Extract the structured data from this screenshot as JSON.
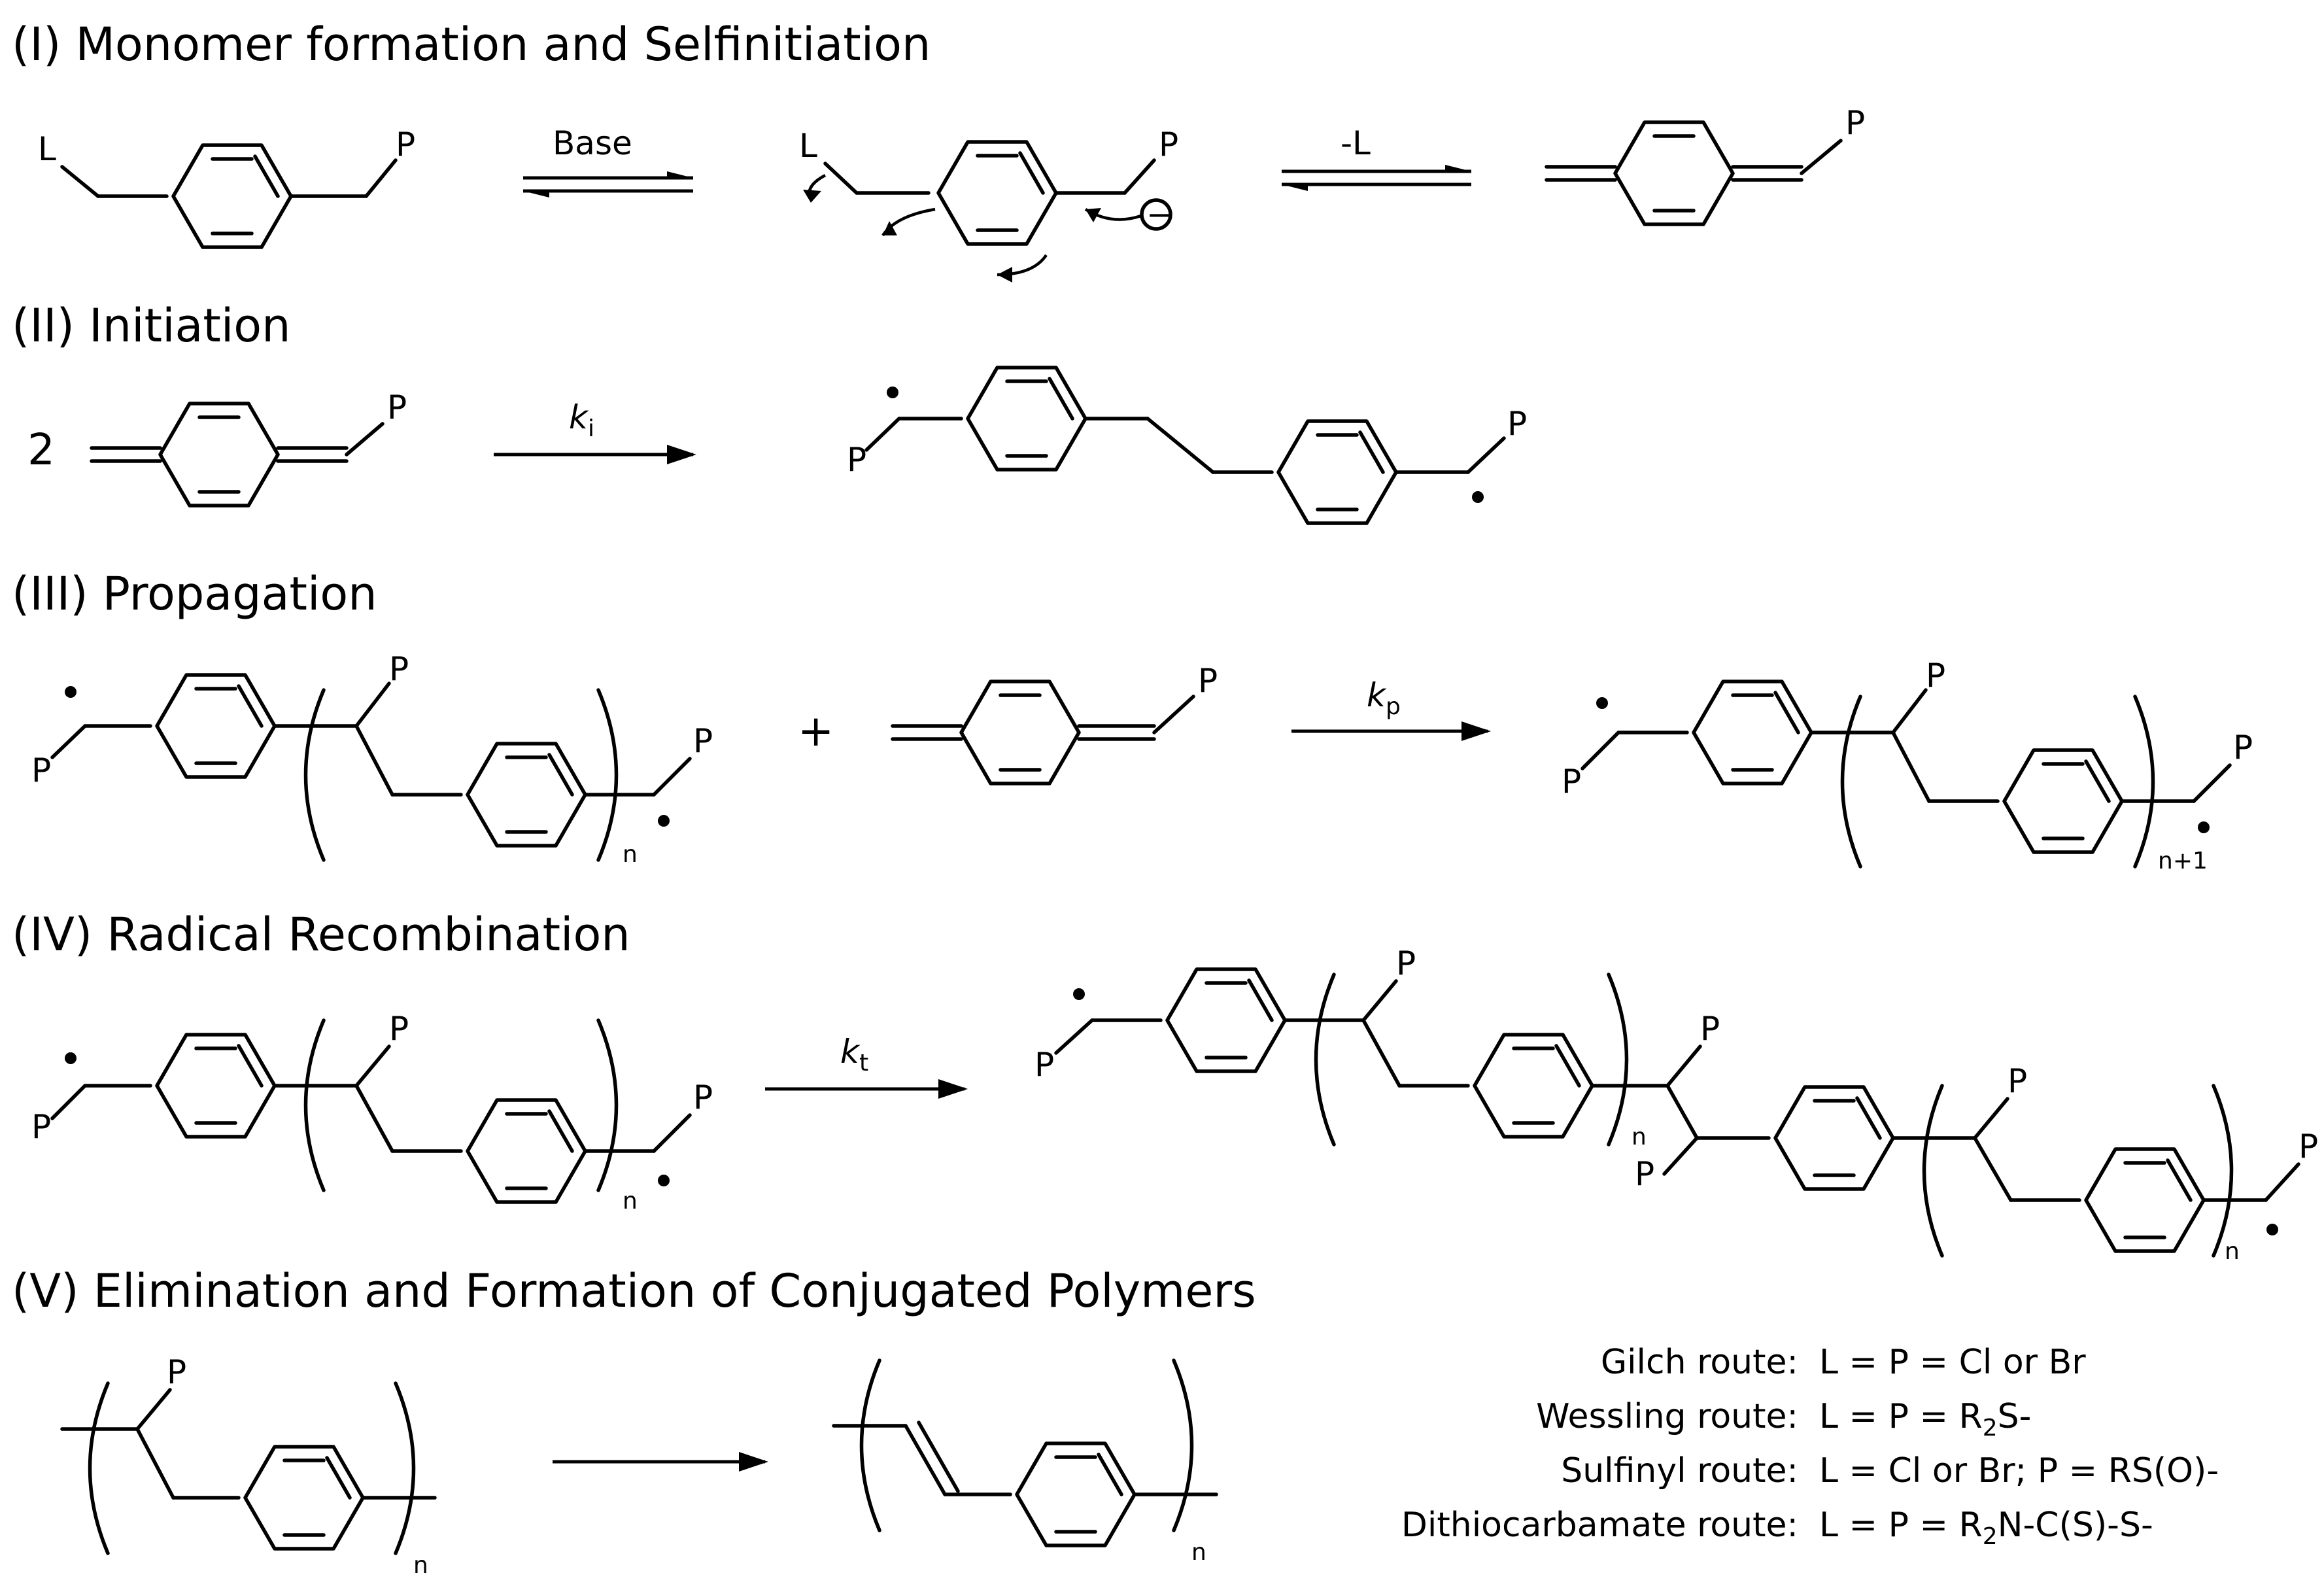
{
  "sections": {
    "s1": "(I) Monomer formation and Selfinitiation",
    "s2": "(II) Initiation",
    "s3": "(III) Propagation",
    "s4": "(IV) Radical Recombination",
    "s5": "(V) Elimination and Formation of Conjugated Polymers"
  },
  "atoms": {
    "L": "L",
    "P": "P",
    "charge": "−"
  },
  "conditions": {
    "base": "Base",
    "minus_L": "-L",
    "k": "k",
    "ki_sub": "i",
    "kp_sub": "p",
    "kt_sub": "t"
  },
  "coefficients": {
    "two": "2",
    "plus": "+"
  },
  "subscripts": {
    "n": "n",
    "n_plus_1": "n+1"
  },
  "routes": [
    {
      "name": "Gilch route:",
      "definition_parts": [
        "L = P = Cl or Br"
      ]
    },
    {
      "name": "Wessling route:",
      "definition_parts": [
        "L = P = R",
        "2",
        "S-"
      ]
    },
    {
      "name": "Sulfinyl route:",
      "definition_parts": [
        "L = Cl or Br; P = RS(O)-"
      ]
    },
    {
      "name": "Dithiocarbamate route:",
      "definition_parts": [
        "L = P = R",
        "2",
        "N-C(S)-S-"
      ]
    }
  ]
}
